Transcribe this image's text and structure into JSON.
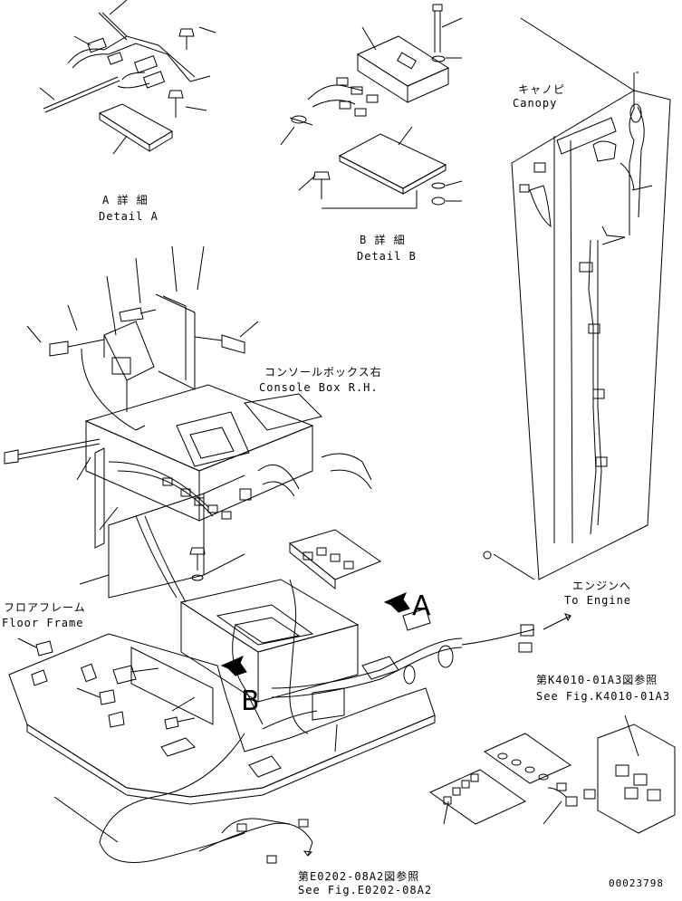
{
  "labels": {
    "detail_a_jp": "A 詳 細",
    "detail_a_en": "Detail A",
    "detail_b_jp": "B 詳 細",
    "detail_b_en": "Detail B",
    "canopy_jp": "キャノピ",
    "canopy_en": "Canopy",
    "console_jp": "コンソールボックス右",
    "console_en": "Console Box R.H.",
    "floor_jp": "フロアフレーム",
    "floor_en": "Floor Frame",
    "engine_jp": "エンジンへ",
    "engine_en": "To Engine",
    "ref1_jp": "第K4010-01A3図参照",
    "ref1_en": "See Fig.K4010-01A3",
    "ref2_jp": "第E0202-08A2図参照",
    "ref2_en": "See Fig.E0202-08A2",
    "view_a": "A",
    "view_b": "B",
    "drawing_no": "00023798"
  }
}
